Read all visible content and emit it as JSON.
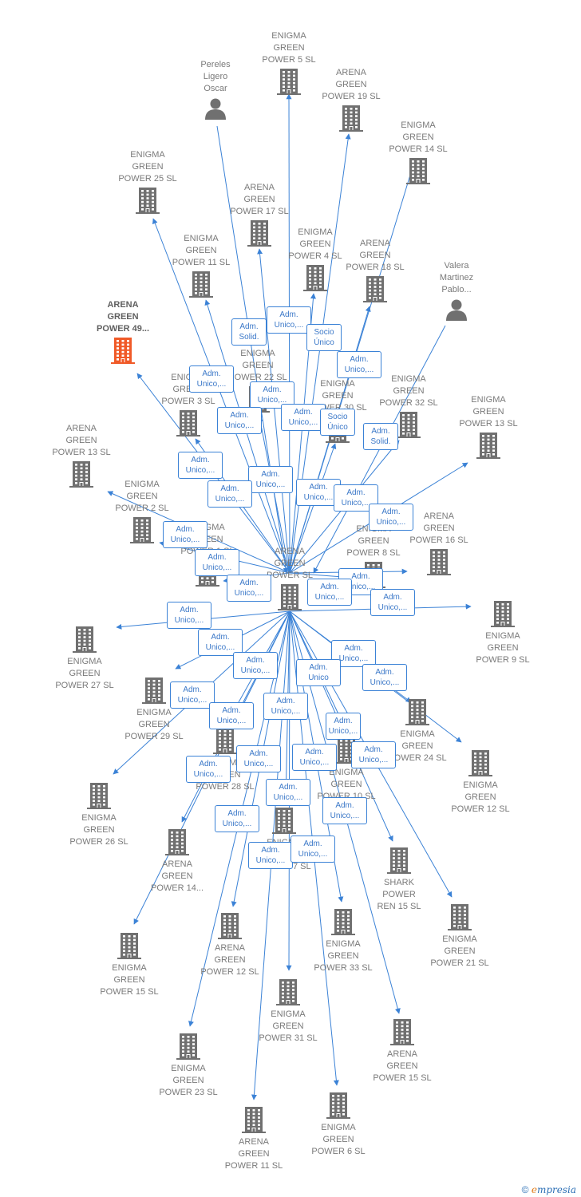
{
  "colors": {
    "edge": "#3b82d6",
    "node_icon": "#707070",
    "focus_icon": "#f05a28",
    "label_border": "#3b82d6",
    "label_text": "#3b78c8",
    "node_text": "#7a7a7a"
  },
  "center": {
    "id": "center",
    "lines": [
      "ARENA",
      "GREEN",
      "POWER  SL"
    ],
    "icon": "building-icon"
  },
  "nodes": [
    {
      "id": "eg5",
      "lines": [
        "ENIGMA",
        "GREEN",
        "POWER 5  SL"
      ],
      "icon": "building-icon"
    },
    {
      "id": "pereles",
      "lines": [
        "Pereles",
        "Ligero",
        "Oscar"
      ],
      "icon": "person-icon"
    },
    {
      "id": "ag19",
      "lines": [
        "ARENA",
        "GREEN",
        "POWER 19  SL"
      ],
      "icon": "building-icon"
    },
    {
      "id": "eg14",
      "lines": [
        "ENIGMA",
        "GREEN",
        "POWER 14  SL"
      ],
      "icon": "building-icon"
    },
    {
      "id": "eg25",
      "lines": [
        "ENIGMA",
        "GREEN",
        "POWER 25  SL"
      ],
      "icon": "building-icon"
    },
    {
      "id": "ag17",
      "lines": [
        "ARENA",
        "GREEN",
        "POWER 17  SL"
      ],
      "icon": "building-icon"
    },
    {
      "id": "eg11",
      "lines": [
        "ENIGMA",
        "GREEN",
        "POWER 11  SL"
      ],
      "icon": "building-icon"
    },
    {
      "id": "eg4",
      "lines": [
        "ENIGMA",
        "GREEN",
        "POWER 4  SL"
      ],
      "icon": "building-icon"
    },
    {
      "id": "ag18",
      "lines": [
        "ARENA",
        "GREEN",
        "POWER 18  SL"
      ],
      "icon": "building-icon"
    },
    {
      "id": "valera",
      "lines": [
        "Valera",
        "Martinez",
        "Pablo..."
      ],
      "icon": "person-icon"
    },
    {
      "id": "ag49",
      "lines": [
        "ARENA",
        "GREEN",
        "POWER 49..."
      ],
      "icon": "building-icon",
      "focus": true
    },
    {
      "id": "eg22",
      "lines": [
        "ENIGMA",
        "GREEN",
        "POWER 22  SL"
      ],
      "icon": "building-icon"
    },
    {
      "id": "eg3",
      "lines": [
        "ENIGMA",
        "GREEN",
        "POWER 3  SL"
      ],
      "icon": "building-icon"
    },
    {
      "id": "eg30",
      "lines": [
        "ENIGMA",
        "GREEN",
        "POWER 30  SL"
      ],
      "icon": "building-icon"
    },
    {
      "id": "eg32",
      "lines": [
        "ENIGMA",
        "GREEN",
        "POWER 32  SL"
      ],
      "icon": "building-icon"
    },
    {
      "id": "eg13",
      "lines": [
        "ENIGMA",
        "GREEN",
        "POWER 13  SL"
      ],
      "icon": "building-icon"
    },
    {
      "id": "ag13",
      "lines": [
        "ARENA",
        "GREEN",
        "POWER 13  SL"
      ],
      "icon": "building-icon"
    },
    {
      "id": "eg2",
      "lines": [
        "ENIGMA",
        "GREEN",
        "POWER 2  SL"
      ],
      "icon": "building-icon"
    },
    {
      "id": "ag16",
      "lines": [
        "ARENA",
        "GREEN",
        "POWER 16  SL"
      ],
      "icon": "building-icon"
    },
    {
      "id": "eg8",
      "lines": [
        "ENIGMA",
        "GREEN",
        "POWER 8  SL"
      ],
      "icon": "building-icon"
    },
    {
      "id": "egx",
      "lines": [
        "ENIGMA",
        "GREEN",
        "POWER 1  SL"
      ],
      "icon": "building-icon"
    },
    {
      "id": "eg9",
      "lines": [
        "ENIGMA",
        "GREEN",
        "POWER 9  SL"
      ],
      "icon": "building-icon"
    },
    {
      "id": "eg27",
      "lines": [
        "ENIGMA",
        "GREEN",
        "POWER 27  SL"
      ],
      "icon": "building-icon"
    },
    {
      "id": "eg29",
      "lines": [
        "ENIGMA",
        "GREEN",
        "POWER 29  SL"
      ],
      "icon": "building-icon"
    },
    {
      "id": "eg24",
      "lines": [
        "ENIGMA",
        "GREEN",
        "POWER 24  SL"
      ],
      "icon": "building-icon"
    },
    {
      "id": "eg12",
      "lines": [
        "ENIGMA",
        "GREEN",
        "POWER 12  SL"
      ],
      "icon": "building-icon"
    },
    {
      "id": "eg28",
      "lines": [
        "ENIGMA",
        "GREEN",
        "POWER 28  SL"
      ],
      "icon": "building-icon"
    },
    {
      "id": "eg10",
      "lines": [
        "ENIGMA",
        "GREEN",
        "POWER 10  SL"
      ],
      "icon": "building-icon"
    },
    {
      "id": "eg26",
      "lines": [
        "ENIGMA",
        "GREEN",
        "POWER 26  SL"
      ],
      "icon": "building-icon"
    },
    {
      "id": "eg7",
      "lines": [
        "ENIGMA",
        "GREEN",
        "POWER 7  SL"
      ],
      "icon": "building-icon"
    },
    {
      "id": "ag14",
      "lines": [
        "ARENA",
        "GREEN",
        "POWER 14..."
      ],
      "icon": "building-icon"
    },
    {
      "id": "shark",
      "lines": [
        "SHARK",
        "POWER",
        "REN 15  SL"
      ],
      "icon": "building-icon"
    },
    {
      "id": "eg21",
      "lines": [
        "ENIGMA",
        "GREEN",
        "POWER 21  SL"
      ],
      "icon": "building-icon"
    },
    {
      "id": "eg15",
      "lines": [
        "ENIGMA",
        "GREEN",
        "POWER 15  SL"
      ],
      "icon": "building-icon"
    },
    {
      "id": "ag12",
      "lines": [
        "ARENA",
        "GREEN",
        "POWER 12  SL"
      ],
      "icon": "building-icon"
    },
    {
      "id": "eg33",
      "lines": [
        "ENIGMA",
        "GREEN",
        "POWER 33  SL"
      ],
      "icon": "building-icon"
    },
    {
      "id": "eg31",
      "lines": [
        "ENIGMA",
        "GREEN",
        "POWER 31  SL"
      ],
      "icon": "building-icon"
    },
    {
      "id": "ag15",
      "lines": [
        "ARENA",
        "GREEN",
        "POWER 15  SL"
      ],
      "icon": "building-icon"
    },
    {
      "id": "eg23",
      "lines": [
        "ENIGMA",
        "GREEN",
        "POWER 23  SL"
      ],
      "icon": "building-icon"
    },
    {
      "id": "eg6",
      "lines": [
        "ENIGMA",
        "GREEN",
        "POWER 6  SL"
      ],
      "icon": "building-icon"
    },
    {
      "id": "ag11",
      "lines": [
        "ARENA",
        "GREEN",
        "POWER 11  SL"
      ],
      "icon": "building-icon"
    }
  ],
  "edges": [
    {
      "from": "center",
      "to": "eg5",
      "label": [
        "Adm.",
        "Unico,..."
      ]
    },
    {
      "from": "pereles",
      "to": "center",
      "label": [
        "Adm.",
        "Solid."
      ]
    },
    {
      "from": "center",
      "to": "ag19",
      "label": [
        "Socio",
        "Único"
      ]
    },
    {
      "from": "center",
      "to": "eg14",
      "label": [
        "Adm.",
        "Unico,..."
      ]
    },
    {
      "from": "center",
      "to": "eg25",
      "label": [
        "Adm.",
        "Unico,..."
      ]
    },
    {
      "from": "center",
      "to": "ag17",
      "label": [
        "Adm.",
        "Unico,..."
      ]
    },
    {
      "from": "center",
      "to": "eg11",
      "label": [
        "Adm.",
        "Unico,..."
      ]
    },
    {
      "from": "center",
      "to": "eg4",
      "label": [
        "Adm.",
        "Unico,..."
      ]
    },
    {
      "from": "center",
      "to": "ag18",
      "label": [
        "Socio",
        "Único"
      ]
    },
    {
      "from": "valera",
      "to": "center",
      "label": [
        "Adm.",
        "Solid."
      ]
    },
    {
      "from": "center",
      "to": "ag49",
      "label": [
        "Adm.",
        "Unico,..."
      ]
    },
    {
      "from": "center",
      "to": "eg22",
      "label": [
        "Adm.",
        "Unico,..."
      ]
    },
    {
      "from": "center",
      "to": "eg3",
      "label": [
        "Adm.",
        "Unico,..."
      ]
    },
    {
      "from": "center",
      "to": "eg30",
      "label": [
        "Adm.",
        "Unico,..."
      ]
    },
    {
      "from": "center",
      "to": "eg32",
      "label": [
        "Adm.",
        "Unico,..."
      ]
    },
    {
      "from": "center",
      "to": "eg13",
      "label": [
        "Adm.",
        "Unico,..."
      ]
    },
    {
      "from": "center",
      "to": "ag13",
      "label": [
        "Adm.",
        "Unico,..."
      ]
    },
    {
      "from": "center",
      "to": "eg2",
      "label": [
        "Adm.",
        "Unico,..."
      ]
    },
    {
      "from": "center",
      "to": "ag16",
      "label": [
        "Adm.",
        "Unico,..."
      ]
    },
    {
      "from": "center",
      "to": "eg8",
      "label": [
        "Adm.",
        "Unico,..."
      ]
    },
    {
      "from": "center",
      "to": "egx",
      "label": [
        "Adm.",
        "Unico,..."
      ]
    },
    {
      "from": "center",
      "to": "eg9",
      "label": [
        "Adm.",
        "Unico,..."
      ]
    },
    {
      "from": "center",
      "to": "eg27",
      "label": [
        "Adm.",
        "Unico,..."
      ]
    },
    {
      "from": "center",
      "to": "eg29",
      "label": [
        "Adm.",
        "Unico,..."
      ]
    },
    {
      "from": "center",
      "to": "eg24",
      "label": [
        "Adm.",
        "Unico,..."
      ]
    },
    {
      "from": "center",
      "to": "eg12",
      "label": [
        "Adm.",
        "Unico,..."
      ]
    },
    {
      "from": "center",
      "to": "eg28",
      "label": [
        "Adm.",
        "Unico,..."
      ]
    },
    {
      "from": "center",
      "to": "eg10",
      "label": [
        "Adm.",
        "Unico"
      ]
    },
    {
      "from": "center",
      "to": "eg26",
      "label": [
        "Adm.",
        "Unico,..."
      ]
    },
    {
      "from": "center",
      "to": "eg7",
      "label": [
        "Adm.",
        "Unico,..."
      ]
    },
    {
      "from": "center",
      "to": "ag14",
      "label": [
        "Adm.",
        "Unico,..."
      ]
    },
    {
      "from": "center",
      "to": "shark",
      "label": [
        "Adm.",
        "Unico,..."
      ]
    },
    {
      "from": "center",
      "to": "eg21",
      "label": [
        "Adm.",
        "Unico,..."
      ]
    },
    {
      "from": "center",
      "to": "eg15",
      "label": [
        "Adm.",
        "Unico,..."
      ]
    },
    {
      "from": "center",
      "to": "ag12",
      "label": [
        "Adm.",
        "Unico,..."
      ]
    },
    {
      "from": "center",
      "to": "eg33",
      "label": [
        "Adm.",
        "Unico,..."
      ]
    },
    {
      "from": "center",
      "to": "eg31",
      "label": [
        "Adm.",
        "Unico,..."
      ]
    },
    {
      "from": "center",
      "to": "ag15",
      "label": [
        "Adm.",
        "Unico,..."
      ]
    },
    {
      "from": "center",
      "to": "eg23",
      "label": [
        "Adm.",
        "Unico,..."
      ]
    },
    {
      "from": "center",
      "to": "eg6",
      "label": [
        "Adm.",
        "Unico,..."
      ]
    },
    {
      "from": "center",
      "to": "ag11",
      "label": [
        "Adm.",
        "Unico,..."
      ]
    }
  ],
  "copyright": {
    "symbol": "©",
    "brand_e": "e",
    "brand_rest": "mpresia"
  }
}
